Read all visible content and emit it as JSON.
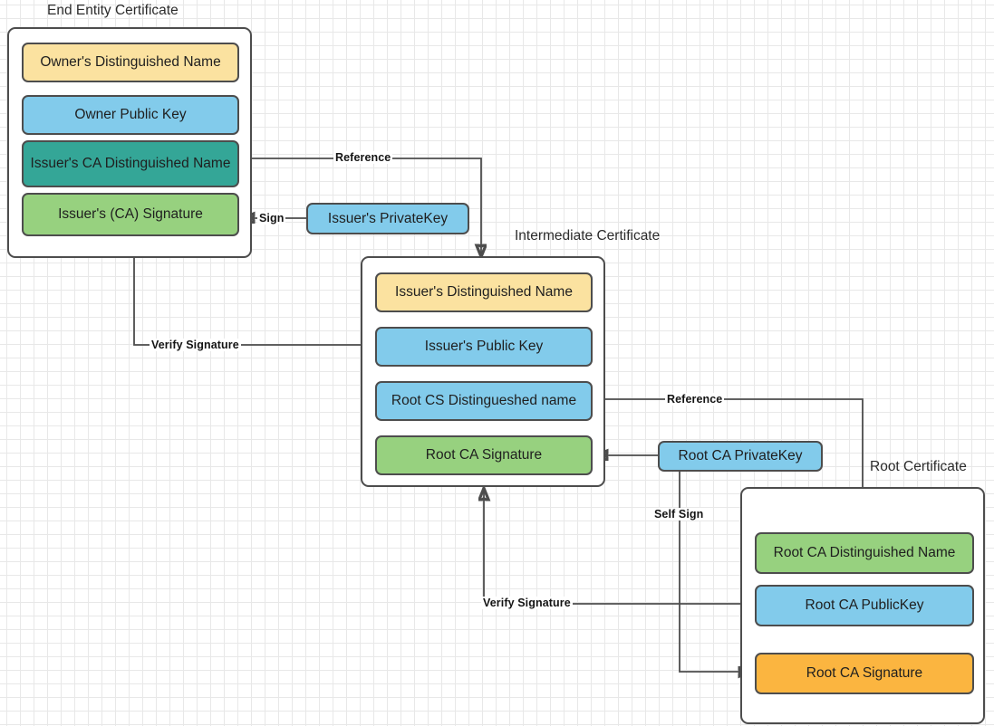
{
  "diagram": {
    "title_labels": {
      "end_entity": "End Entity Certificate",
      "intermediate": "Intermediate Certificate",
      "root": "Root Certificate"
    },
    "colors": {
      "yellow": "#fbe2a0",
      "blue": "#82cbeb",
      "teal": "#34a697",
      "green": "#97d17f",
      "orange": "#fbb540",
      "border": "#4d4d4d",
      "canvas": "#ffffff",
      "grid_minor": "#e8e8e8",
      "grid_major": "#d2d2d2"
    },
    "end_entity_certificate": {
      "fields": [
        {
          "label": "Owner's Distinguished Name",
          "color": "#fbe2a0"
        },
        {
          "label": "Owner Public  Key",
          "color": "#82cbeb"
        },
        {
          "label": "Issuer's CA Distinguished Name",
          "color": "#34a697"
        },
        {
          "label": "Issuer's (CA) Signature",
          "color": "#97d17f"
        }
      ]
    },
    "intermediate_certificate": {
      "fields": [
        {
          "label": "Issuer's Distinguished Name",
          "color": "#fbe2a0"
        },
        {
          "label": "Issuer's Public  Key",
          "color": "#82cbeb"
        },
        {
          "label": "Root CS Distingueshed name",
          "color": "#82cbeb"
        },
        {
          "label": "Root CA Signature",
          "color": "#97d17f"
        }
      ]
    },
    "root_certificate": {
      "fields": [
        {
          "label": "Root CA Distinguished Name",
          "color": "#97d17f"
        },
        {
          "label": "Root CA PublicKey",
          "color": "#82cbeb"
        },
        {
          "label": "Root CA Signature",
          "color": "#fbb540"
        }
      ]
    },
    "keys": [
      {
        "label": "Issuer's PrivateKey",
        "color": "#82cbeb"
      },
      {
        "label": "Root CA PrivateKey",
        "color": "#82cbeb"
      }
    ],
    "edge_labels": {
      "reference_top": "Reference",
      "sign": "Sign",
      "verify_signature_top": "Verify Signature",
      "reference_bottom": "Reference",
      "self_sign": "Self Sign",
      "verify_signature_bottom": "Verify Signature"
    }
  }
}
